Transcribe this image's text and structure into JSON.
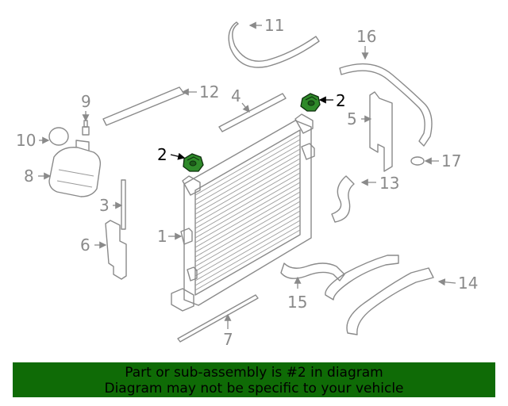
{
  "callouts": {
    "c1": "1",
    "c2a": "2",
    "c2b": "2",
    "c3": "3",
    "c4": "4",
    "c5": "5",
    "c6": "6",
    "c7": "7",
    "c8": "8",
    "c9": "9",
    "c10": "10",
    "c11": "11",
    "c12": "12",
    "c13": "13",
    "c14": "14",
    "c15": "15",
    "c16": "16",
    "c17": "17"
  },
  "highlight": {
    "callout": "2",
    "color": "#2f8a2a"
  },
  "banner": {
    "line1": "Part or sub-assembly is #2 in diagram",
    "line2": "Diagram may not be specific to your vehicle",
    "background": "#0f6b06"
  }
}
